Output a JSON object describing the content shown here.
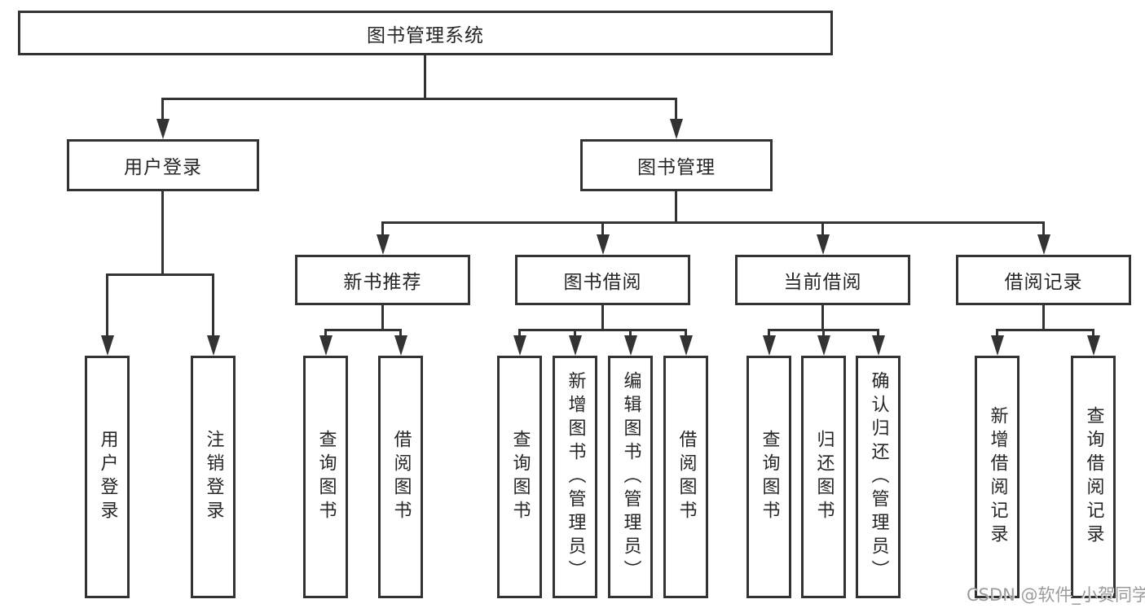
{
  "diagram": {
    "root": {
      "label": "图书管理系统",
      "children": [
        {
          "label": "用户登录",
          "children": [
            {
              "label": "用户登录"
            },
            {
              "label": "注销登录"
            }
          ]
        },
        {
          "label": "图书管理",
          "children": [
            {
              "label": "新书推荐",
              "children": [
                {
                  "label": "查询图书"
                },
                {
                  "label": "借阅图书"
                }
              ]
            },
            {
              "label": "图书借阅",
              "children": [
                {
                  "label": "查询图书"
                },
                {
                  "label": "新增图书（管理员）"
                },
                {
                  "label": "编辑图书（管理员）"
                },
                {
                  "label": "借阅图书"
                }
              ]
            },
            {
              "label": "当前借阅",
              "children": [
                {
                  "label": "查询图书"
                },
                {
                  "label": "归还图书"
                },
                {
                  "label": "确认归还（管理员）"
                }
              ]
            },
            {
              "label": "借阅记录",
              "children": [
                {
                  "label": "新增借阅记录"
                },
                {
                  "label": "查询借阅记录"
                }
              ]
            }
          ]
        }
      ]
    }
  },
  "watermark": {
    "text": "CSDN @软件_小贺同学"
  },
  "colors": {
    "line": "#333333",
    "text": "#262626",
    "background": "#ffffff",
    "watermark": "#9b9b9b"
  }
}
